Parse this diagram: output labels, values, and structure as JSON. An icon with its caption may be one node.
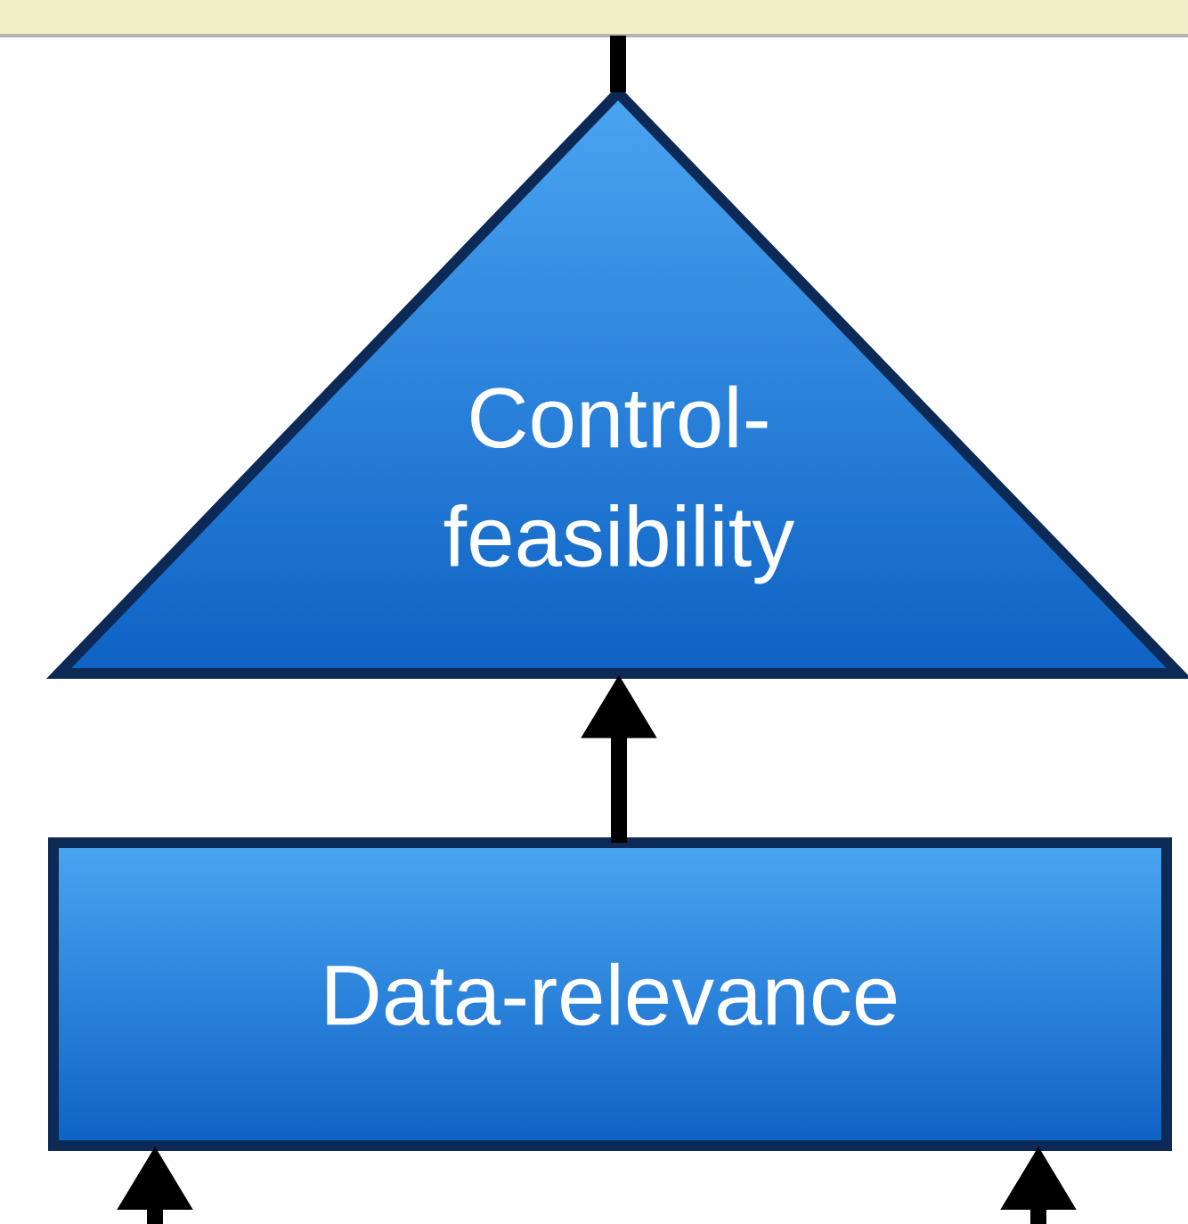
{
  "diagram": {
    "nodes": [
      {
        "text": [],
        "shape": "box"
      },
      {
        "text": [
          "Control- feasibility"
        ]
      },
      {
        "text": [
          "Data-relevance"
        ]
      }
    ],
    "edges": [
      {
        "from": 1,
        "to": 0,
        "arrow": "none"
      },
      {
        "from": 2,
        "to": 1,
        "arrow": "to"
      },
      {
        "from": null,
        "to": 2,
        "arrow": "to"
      },
      {
        "from": null,
        "to": 2,
        "arrow": "to"
      }
    ]
  }
}
